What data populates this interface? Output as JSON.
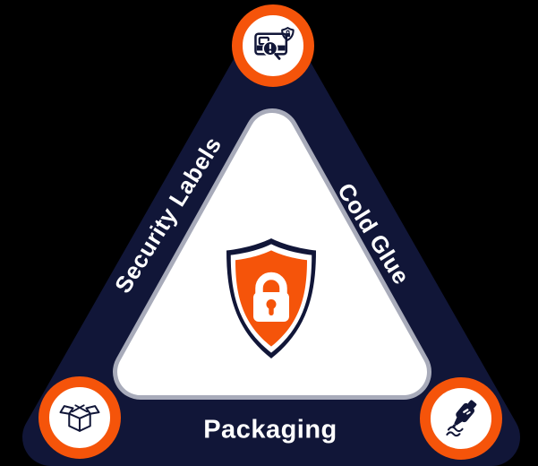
{
  "diagram": {
    "labels": {
      "left": "Security Labels",
      "right": "Cold Glue",
      "bottom": "Packaging"
    },
    "icons": {
      "top": "security-label-inspection-icon",
      "bottom_left": "open-packaging-box-icon",
      "bottom_right": "glue-bottle-icon",
      "center": "shield-padlock-icon"
    }
  },
  "colors": {
    "background": "#000000",
    "navy": "#111638",
    "orange": "#f5540a",
    "border-gray": "#a8abba",
    "white": "#ffffff"
  }
}
